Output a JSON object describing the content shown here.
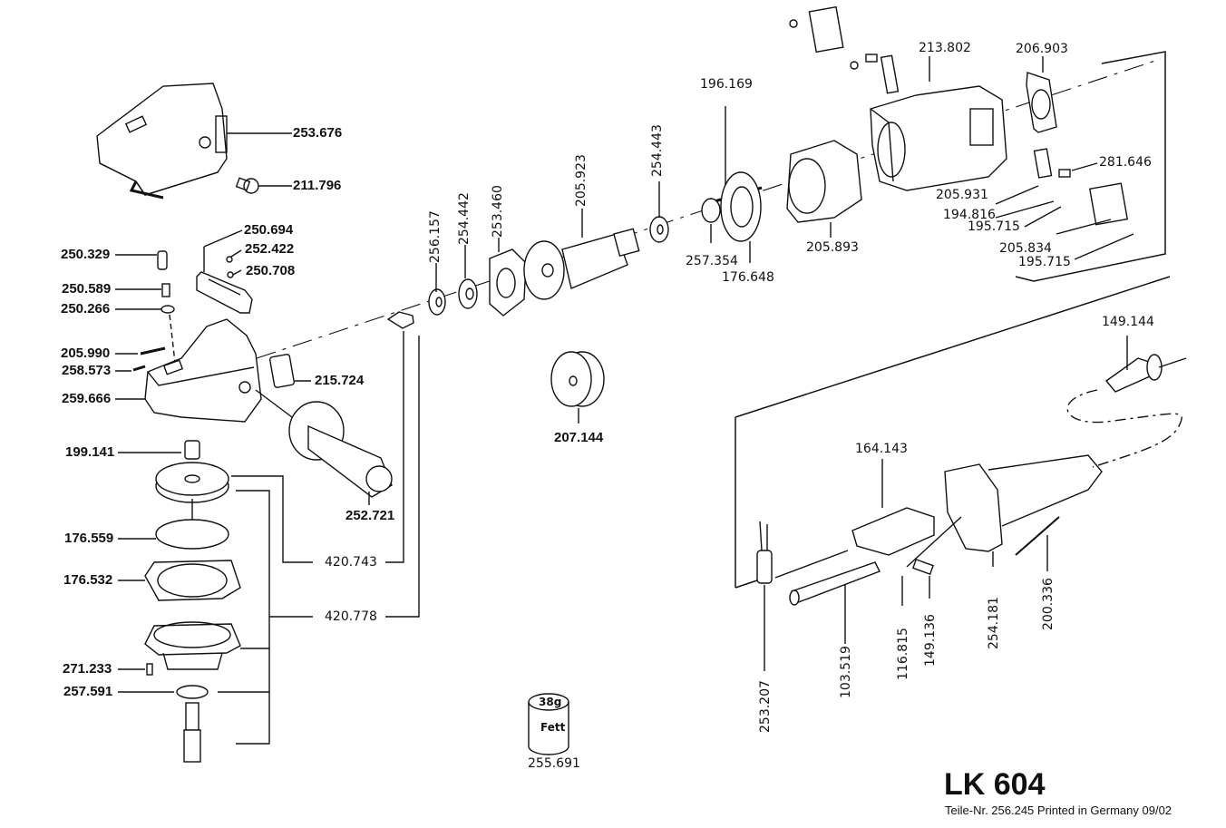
{
  "document": {
    "model": "LK 604",
    "footer": "Teile-Nr. 256.245 Printed in Germany 09/02"
  },
  "parts": {
    "p253676": "253.676",
    "p211796": "211.796",
    "p250694": "250.694",
    "p252422": "252.422",
    "p250708": "250.708",
    "p250329": "250.329",
    "p250589": "250.589",
    "p250266": "250.266",
    "p205990": "205.990",
    "p258573": "258.573",
    "p259666": "259.666",
    "p215724": "215.724",
    "p252721": "252.721",
    "p199141": "199.141",
    "p176559": "176.559",
    "p176532": "176.532",
    "p271233": "271.233",
    "p257591": "257.591",
    "p420743": "420.743",
    "p420778": "420.778",
    "p256157": "256.157",
    "p254442": "254.442",
    "p253460": "253.460",
    "p205923": "205.923",
    "p254443": "254.443",
    "p207144": "207.144",
    "p255691": "255.691",
    "p196169": "196.169",
    "p257354": "257.354",
    "p176648": "176.648",
    "p205893": "205.893",
    "p213802": "213.802",
    "p206903": "206.903",
    "p281646": "281.646",
    "p205931": "205.931",
    "p194816": "194.816",
    "p195715a": "195.715",
    "p205834": "205.834",
    "p195715b": "195.715",
    "p149144": "149.144",
    "p164143": "164.143",
    "p253207": "253.207",
    "p103519": "103.519",
    "p116815": "116.815",
    "p149136": "149.136",
    "p254181": "254.181",
    "p200336": "200.336"
  },
  "grease": {
    "weight": "38g",
    "label": "Fett"
  }
}
